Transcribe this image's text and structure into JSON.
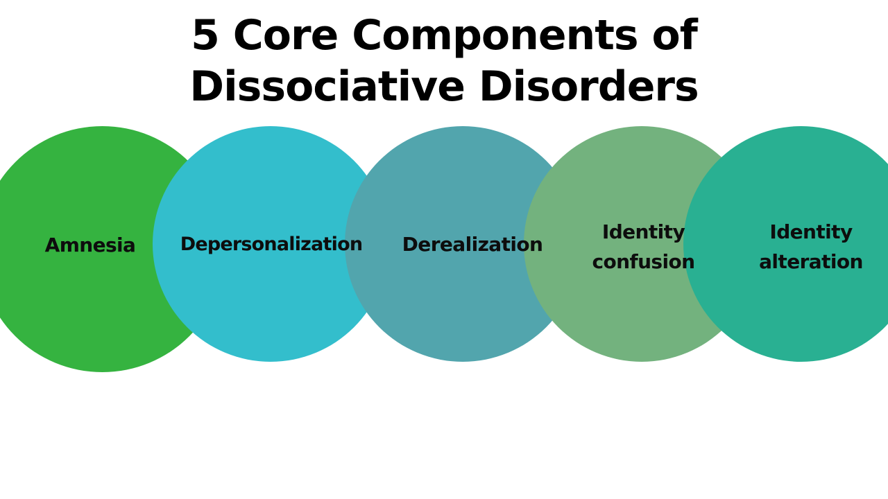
{
  "title": {
    "line1": "5 Core Components of",
    "line2": "Dissociative Disorders"
  },
  "components": [
    {
      "label": "Amnesia",
      "color": "#35b340"
    },
    {
      "label": "Depersonalization",
      "color": "#33becc"
    },
    {
      "label": "Derealization",
      "color": "#52a5ad"
    },
    {
      "label": "Identity\nconfusion",
      "color": "#73b27e"
    },
    {
      "label": "Identity\nalteration",
      "color": "#29b092"
    }
  ]
}
